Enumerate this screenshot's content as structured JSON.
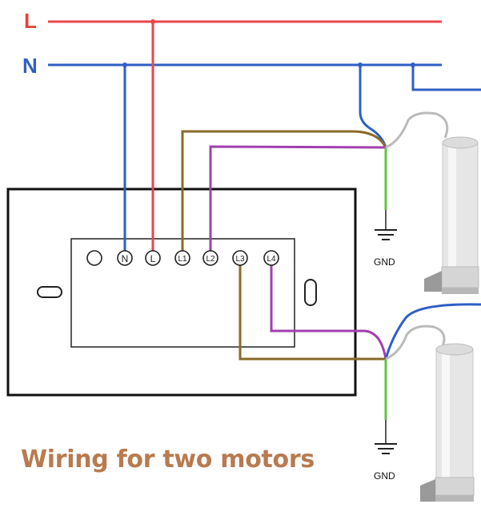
{
  "lines": {
    "live_label": "L",
    "neutral_label": "N"
  },
  "terminals": [
    {
      "label": "",
      "id": "blank"
    },
    {
      "label": "N",
      "id": "n"
    },
    {
      "label": "L",
      "id": "l"
    },
    {
      "label": "L1",
      "id": "l1"
    },
    {
      "label": "L2",
      "id": "l2"
    },
    {
      "label": "L3",
      "id": "l3"
    },
    {
      "label": "L4",
      "id": "l4"
    }
  ],
  "ground": {
    "top_label": "GND",
    "bottom_label": "GND"
  },
  "caption": "Wiring for two motors",
  "colors": {
    "live": "#e8474c",
    "neutral": "#2f5fc4",
    "wire_brown": "#8a6a2a",
    "wire_purple": "#a23fb0",
    "ground": "#62c240",
    "caption": "#b87a4f",
    "label_live": "#e0453c",
    "label_neutral": "#2f5fc4"
  }
}
